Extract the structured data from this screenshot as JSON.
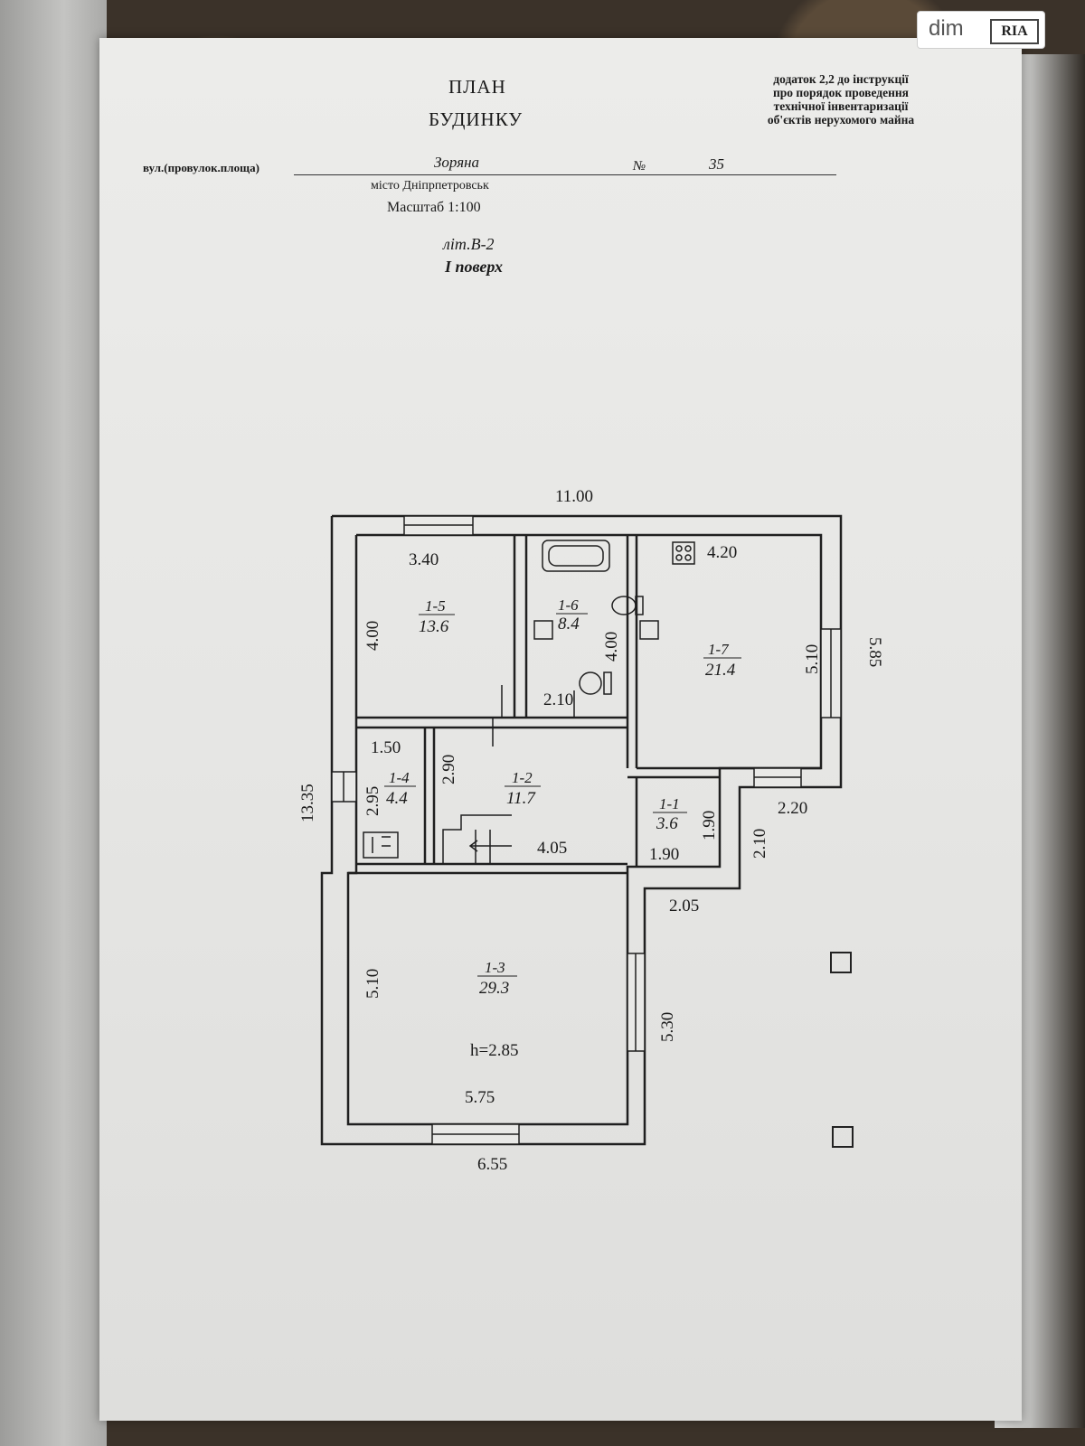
{
  "header": {
    "title_line1": "ПЛАН",
    "title_line2": "БУДИНКУ",
    "note_lines": [
      "додаток 2,2 до інструкції",
      "про порядок проведення",
      "технічної інвентаризації",
      "об'єктів нерухомого майна"
    ]
  },
  "address": {
    "street_label": "вул.(провулок.площа)",
    "street": "Зоряна",
    "number_label": "№",
    "number": "35",
    "city": "місто Дніпрпетровськ",
    "scale": "Масштаб 1:100"
  },
  "section": {
    "litera": "літ.В-2",
    "floor": "І  поверх"
  },
  "dimensions": {
    "top_width": "11.00",
    "right_height": "5.85",
    "left_height": "13.35",
    "bottom_width": "6.55",
    "r15_width": "3.40",
    "r15_height": "4.00",
    "r16_height": "4.00",
    "r16_width": "2.10",
    "r17_width": "4.20",
    "r17_height": "5.10",
    "r14_width": "1.50",
    "r14_height": "2.95",
    "r12_height": "2.90",
    "r12_width": "4.05",
    "r11_width": "1.90",
    "r11_height": "1.90",
    "porch_right": "2.20",
    "porch_height": "2.10",
    "porch_bottom": "2.05",
    "r13_left": "5.10",
    "r13_right": "5.30",
    "r13_width": "5.75",
    "ceiling": "h=2.85"
  },
  "rooms": [
    {
      "id": "1-5",
      "area": "13.6"
    },
    {
      "id": "1-6",
      "area": "8.4"
    },
    {
      "id": "1-7",
      "area": "21.4"
    },
    {
      "id": "1-4",
      "area": "4.4"
    },
    {
      "id": "1-2",
      "area": "11.7"
    },
    {
      "id": "1-1",
      "area": "3.6"
    },
    {
      "id": "1-3",
      "area": "29.3"
    }
  ],
  "watermark": {
    "left": "dim",
    "right": "RIA"
  }
}
